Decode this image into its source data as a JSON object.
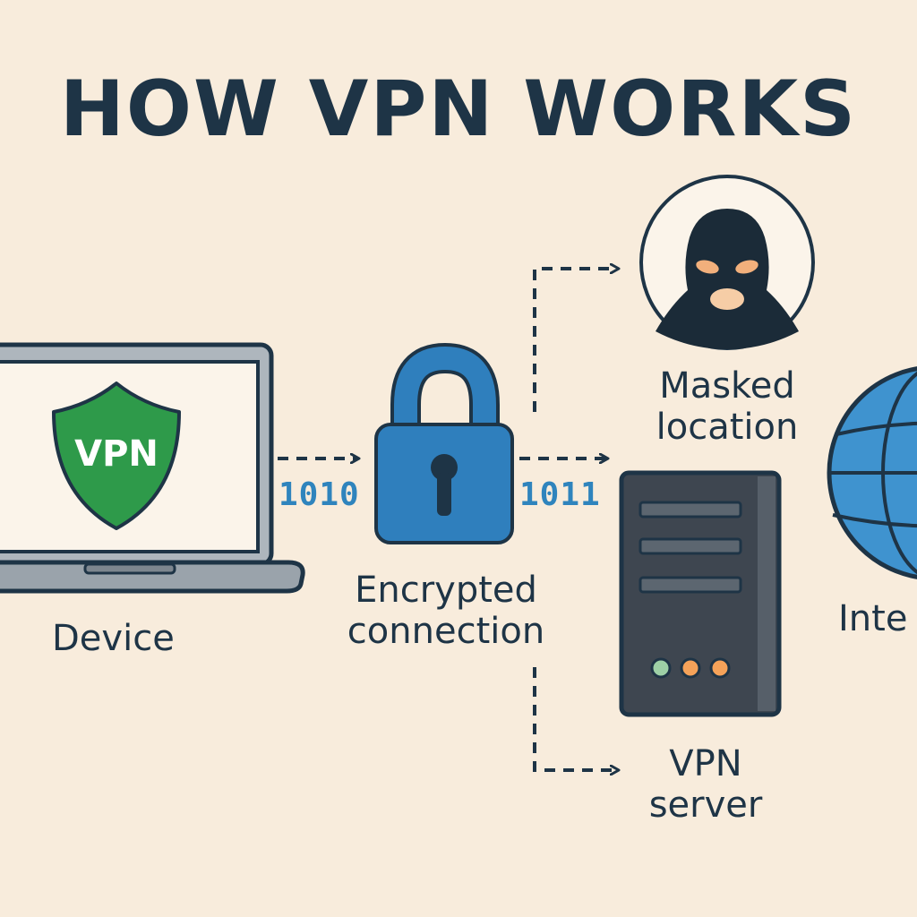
{
  "title": "HOW VPN WORKS",
  "device": {
    "label": "Device",
    "shield_text": "VPN",
    "icon": "laptop-icon"
  },
  "encryption": {
    "label_line1": "Encrypted",
    "label_line2": "connection",
    "icon": "padlock-icon"
  },
  "bits_in": "1010",
  "bits_out": "1011",
  "masked": {
    "label_line1": "Masked",
    "label_line2": "location",
    "icon": "masked-person-icon"
  },
  "server": {
    "label_line1": "VPN",
    "label_line2": "server",
    "icon": "server-icon"
  },
  "internet": {
    "label": "Inte",
    "icon": "globe-icon"
  },
  "colors": {
    "background": "#f8ecdc",
    "ink": "#1e3446",
    "shield_green": "#2e9a4a",
    "lock_blue": "#2f7fbd",
    "bits_blue": "#2f84bd",
    "server_dark": "#3e4650",
    "globe_blue": "#3f93cf"
  }
}
